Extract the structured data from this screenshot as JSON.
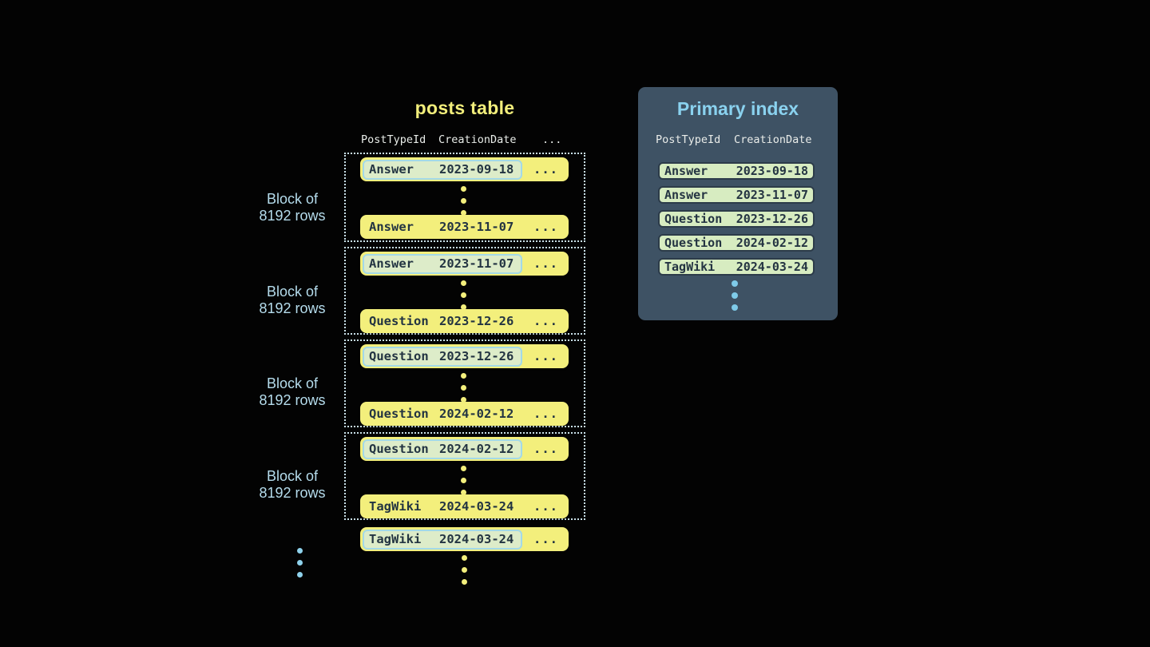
{
  "colors": {
    "background": "#030303",
    "row_yellow": "#f3ef7c",
    "row_text": "#233442",
    "highlight_fill": "#ddecc9",
    "highlight_border": "#a3d9e8",
    "block_dotted_border": "#c9e0e8",
    "block_label_blue": "#b5dcec",
    "panel_background": "#3e5264",
    "panel_title_blue": "#8ad2ef",
    "index_row_fill": "#d7ecc1",
    "index_row_border": "#2c3b49",
    "header_text": "#e9ede9",
    "title_yellow": "#f2ee7b",
    "dot_blue": "#8fd2ec"
  },
  "posts_table": {
    "title": "posts table",
    "header": {
      "posttypeid": "PostTypeId",
      "creationdate": "CreationDate",
      "more": "..."
    },
    "block_label": {
      "line1": "Block of",
      "line2": "8192 rows"
    },
    "row_ellipsis": "...",
    "blocks": [
      {
        "first": {
          "type": "Answer",
          "date": "2023-09-18"
        },
        "last": {
          "type": "Answer",
          "date": "2023-11-07"
        }
      },
      {
        "first": {
          "type": "Answer",
          "date": "2023-11-07"
        },
        "last": {
          "type": "Question",
          "date": "2023-12-26"
        }
      },
      {
        "first": {
          "type": "Question",
          "date": "2023-12-26"
        },
        "last": {
          "type": "Question",
          "date": "2024-02-12"
        }
      },
      {
        "first": {
          "type": "Question",
          "date": "2024-02-12"
        },
        "last": {
          "type": "TagWiki",
          "date": "2024-03-24"
        }
      }
    ],
    "overflow_row": {
      "type": "TagWiki",
      "date": "2024-03-24"
    }
  },
  "primary_index": {
    "title": "Primary index",
    "header": {
      "posttypeid": "PostTypeId",
      "creationdate": "CreationDate"
    },
    "rows": [
      {
        "type": "Answer",
        "date": "2023-09-18"
      },
      {
        "type": "Answer",
        "date": "2023-11-07"
      },
      {
        "type": "Question",
        "date": "2023-12-26"
      },
      {
        "type": "Question",
        "date": "2024-02-12"
      },
      {
        "type": "TagWiki",
        "date": "2024-03-24"
      }
    ]
  }
}
